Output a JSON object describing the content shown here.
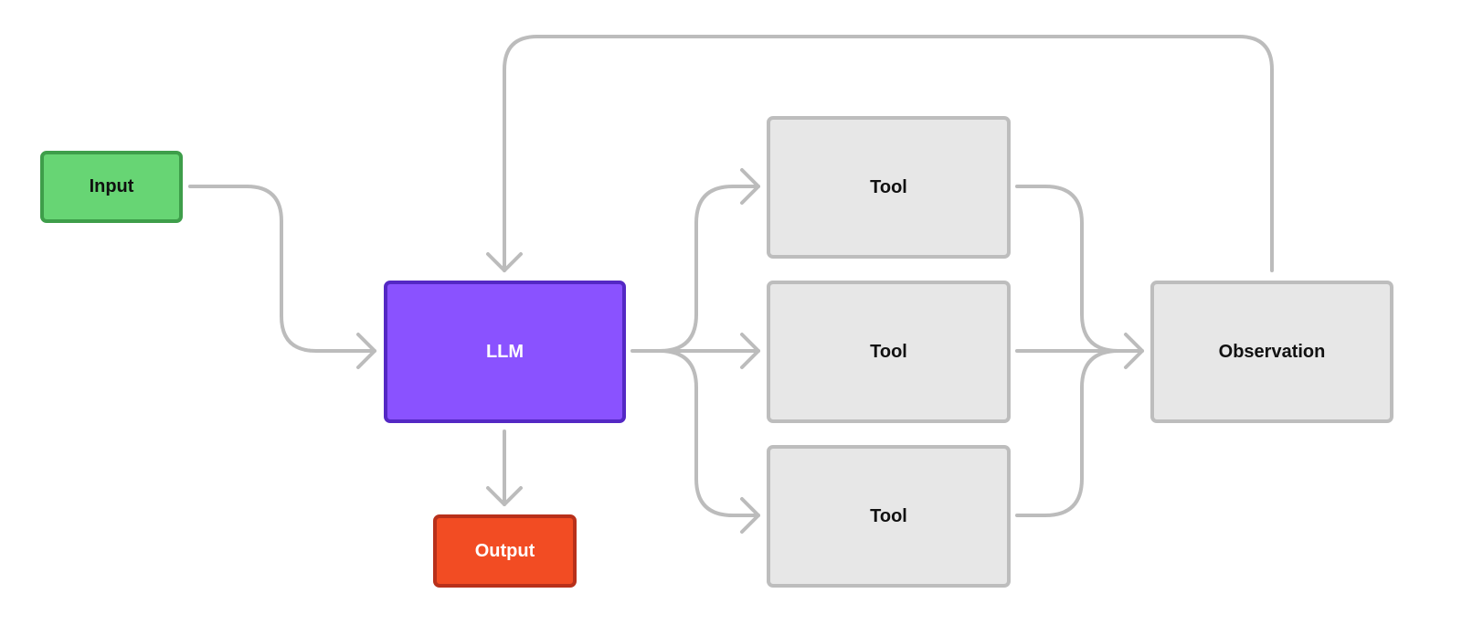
{
  "diagram": {
    "nodes": {
      "input": "Input",
      "llm": "LLM",
      "output": "Output",
      "tool_1": "Tool",
      "tool_2": "Tool",
      "tool_3": "Tool",
      "observation": "Observation"
    },
    "edges": [
      {
        "from": "input",
        "to": "llm"
      },
      {
        "from": "llm",
        "to": "output"
      },
      {
        "from": "llm",
        "to": "tool_1"
      },
      {
        "from": "llm",
        "to": "tool_2"
      },
      {
        "from": "llm",
        "to": "tool_3"
      },
      {
        "from": "tool_1",
        "to": "observation"
      },
      {
        "from": "tool_2",
        "to": "observation"
      },
      {
        "from": "tool_3",
        "to": "observation"
      },
      {
        "from": "observation",
        "to": "llm"
      }
    ],
    "colors": {
      "input_fill": "#67d574",
      "llm_fill": "#8a52ff",
      "output_fill": "#f24c23",
      "tool_fill": "#e7e7e7",
      "edge": "#bcbcbc"
    }
  }
}
